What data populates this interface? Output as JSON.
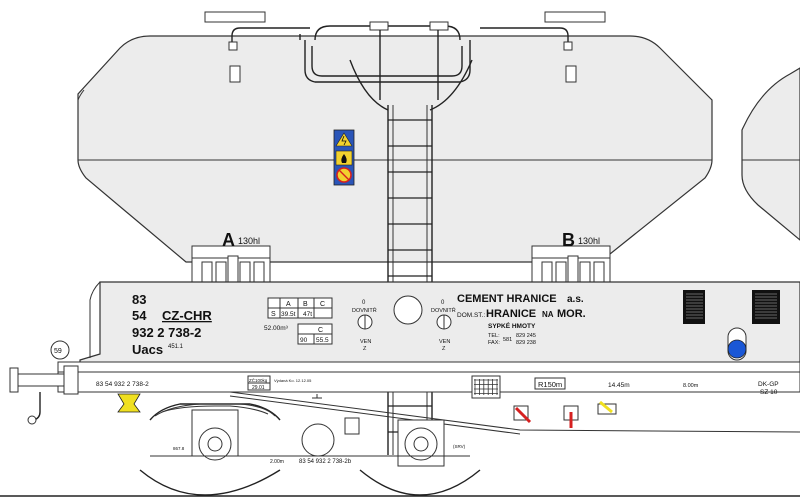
{
  "hopper_labels": {
    "a_letter": "A",
    "a_volume": "130hl",
    "b_letter": "B",
    "b_volume": "130hl"
  },
  "wagon_number": {
    "line1": "83",
    "line2_prefix": "54",
    "line2_code": "CZ-CHR",
    "line3": "932 2 738-2",
    "line4": "Uacs",
    "line4_suffix": "451.1"
  },
  "load_table": {
    "head": [
      "A",
      "B",
      "C"
    ],
    "s_label": "S",
    "s_val1": "39.5t",
    "s_val2": "47t",
    "volume": "52.00m³",
    "c_label": "C",
    "c_val1": "90",
    "c_val2": "55.5"
  },
  "valve_left": {
    "top": "0",
    "mid": "DOVNITŘ",
    "bottom": "VEN",
    "z": "Z"
  },
  "valve_right": {
    "top": "0",
    "mid": "DOVNITŘ",
    "bottom": "VEN",
    "z": "Z"
  },
  "owner": {
    "name": "CEMENT HRANICE",
    "suffix": "a.s.",
    "home_label": "DOM.ST.:",
    "home": "HRANICE",
    "home_na": "NA",
    "home_mor": "MOR.",
    "cargo": "SYPKÉ HMOTY",
    "tel_label": "TEL:",
    "fax_label": "FAX:",
    "prefix": "581",
    "tel": "829 245",
    "fax": "829 238"
  },
  "frame_markings": {
    "number_small": "83 54 932 2 738-2",
    "revision_box1": "ZČ100kg",
    "revision_box2": "29.01",
    "revision_note": "Výdaná Ko. 12.12.05",
    "radius": "R150m",
    "length": "14.45m",
    "spacing": "8.00m",
    "dk_gp": "DK-GP",
    "sz": "SZ 10",
    "circle_number": "59",
    "bogie_number": "83 54 932 2 738-2b",
    "bogie_spacing": "2.00m",
    "wheel_dim": "867.8",
    "srv": "(SRV)"
  },
  "colors": {
    "valve_red": "#d62020",
    "signal_blue": "#1a57d6",
    "buffer_yellow": "#f0e020",
    "warning_yellow": "#f2d22e",
    "sign_blue": "#2a55b8"
  },
  "icons": {
    "high_voltage": "high-voltage-warning-icon",
    "no_climbing": "no-climbing-icon",
    "fire": "fire-warning-icon"
  }
}
